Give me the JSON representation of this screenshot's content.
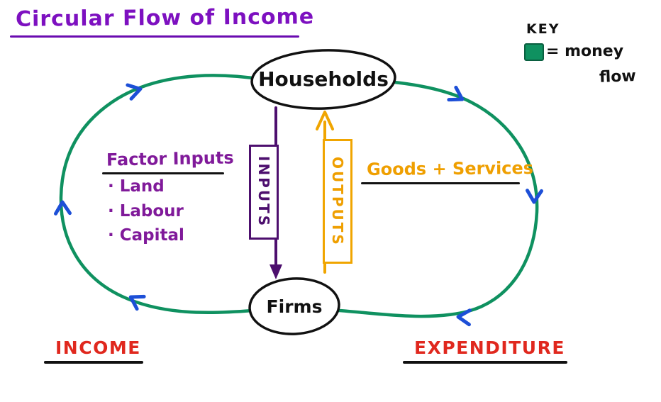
{
  "title": "Circular Flow of Income",
  "key": {
    "heading": "KEY",
    "money_line": "= money",
    "flow_line": "flow"
  },
  "nodes": {
    "households": "Households",
    "firms": "Firms"
  },
  "arrows": {
    "inputs": "INPUTS",
    "outputs": "OUTPUTS"
  },
  "factor_inputs": {
    "heading": "Factor Inputs",
    "items": [
      "· Land",
      "· Labour",
      "· Capital"
    ]
  },
  "goods_services": {
    "heading": "Goods + Services"
  },
  "labels": {
    "income": "INCOME",
    "expenditure": "EXPENDITURE"
  },
  "colors": {
    "money_flow_green": "#0f9160",
    "direction_arrow_blue": "#1d4fd7",
    "title_purple": "#7d10c0",
    "inputs_purple": "#4d0f6e",
    "outputs_orange": "#f0a500",
    "income_red": "#e0281e"
  }
}
